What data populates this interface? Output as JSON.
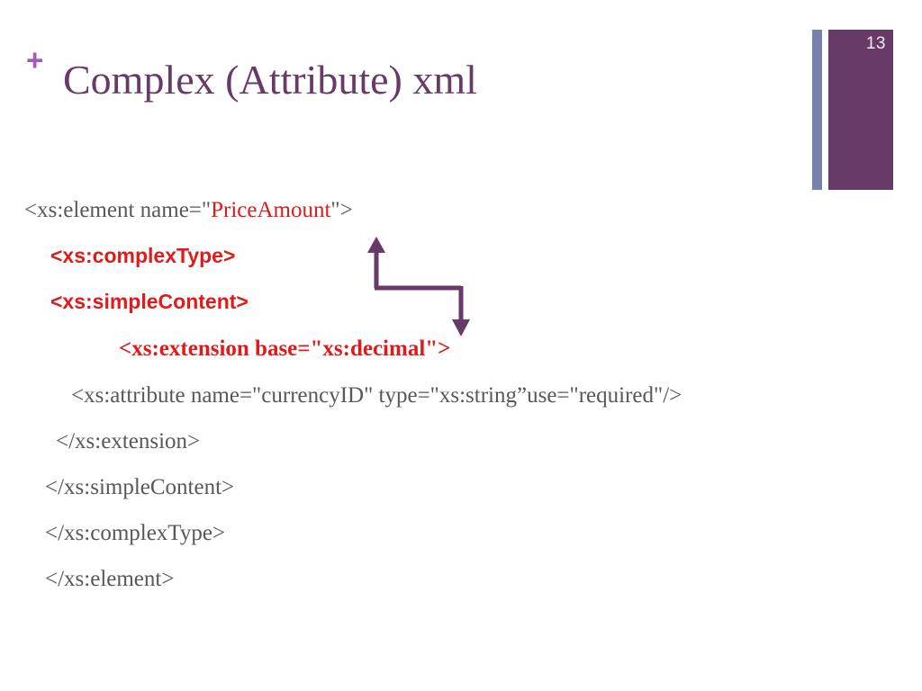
{
  "slide": {
    "number": "13",
    "title": "Complex (Attribute) xml",
    "title_bullet": "+",
    "colors": {
      "title_purple": "#673A67",
      "plus_orchid": "#A35AB5",
      "deco_block_purple": "#673A67",
      "deco_thin_bar_blue": "#7781AE",
      "code_gray": "#58585B",
      "code_red": "#E01B1B",
      "arrow_purple": "#673A67",
      "background": "#FFFFFF"
    }
  },
  "code": {
    "lines": [
      {
        "id": "line-element-open",
        "style": "gray-serif",
        "indent": 0,
        "segments": [
          {
            "text": "<xs:element name=\"",
            "color": "gray"
          },
          {
            "text": "PriceAmount",
            "color": "red"
          },
          {
            "text": "\">",
            "color": "gray"
          }
        ],
        "plain": "<xs:element name=\"PriceAmount\">"
      },
      {
        "id": "line-complextype-open",
        "style": "red-bold-sans",
        "indent": 1,
        "plain": "<xs:complexType>"
      },
      {
        "id": "line-simplecontent-open",
        "style": "red-bold-sans",
        "indent": 1,
        "plain": "<xs:simpleContent>"
      },
      {
        "id": "line-extension-open",
        "style": "red-bold-serif",
        "indent": 3,
        "plain": "<xs:extension base=\"xs:decimal\">"
      },
      {
        "id": "line-attribute",
        "style": "gray-serif",
        "indent": 2,
        "plain": "<xs:attribute name=\"currencyID\" type=\"xs:string”use=\"required\"/>"
      },
      {
        "id": "line-extension-close",
        "style": "gray-serif",
        "indent": 1,
        "plain": "</xs:extension>"
      },
      {
        "id": "line-simplecontent-close",
        "style": "gray-serif",
        "indent": 1,
        "plain": "</xs:simpleContent>"
      },
      {
        "id": "line-complextype-close",
        "style": "gray-serif",
        "indent": 1,
        "plain": "</xs:complexType>"
      },
      {
        "id": "line-element-close",
        "style": "gray-serif",
        "indent": 1,
        "plain": "</xs:element>"
      }
    ]
  },
  "annotation": {
    "connector": {
      "shape": "double-headed-z-connector",
      "description": "Arrow pointing up toward <xs:complexType> and down toward <xs:extension>",
      "color": "#673A67"
    }
  }
}
